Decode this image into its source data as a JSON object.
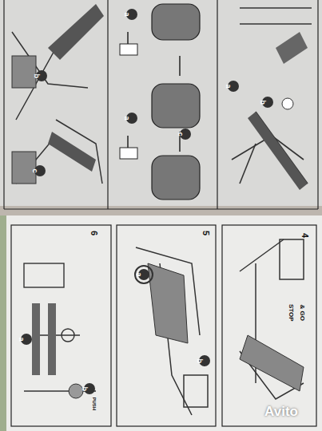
{
  "diagram": {
    "labels": [
      "b",
      "c",
      "a",
      "a",
      "c",
      "a",
      "b",
      "6",
      "a",
      "b",
      "PUSH",
      "5",
      "a",
      "b",
      "4",
      "STOP",
      "& GO",
      "Avito"
    ]
  }
}
